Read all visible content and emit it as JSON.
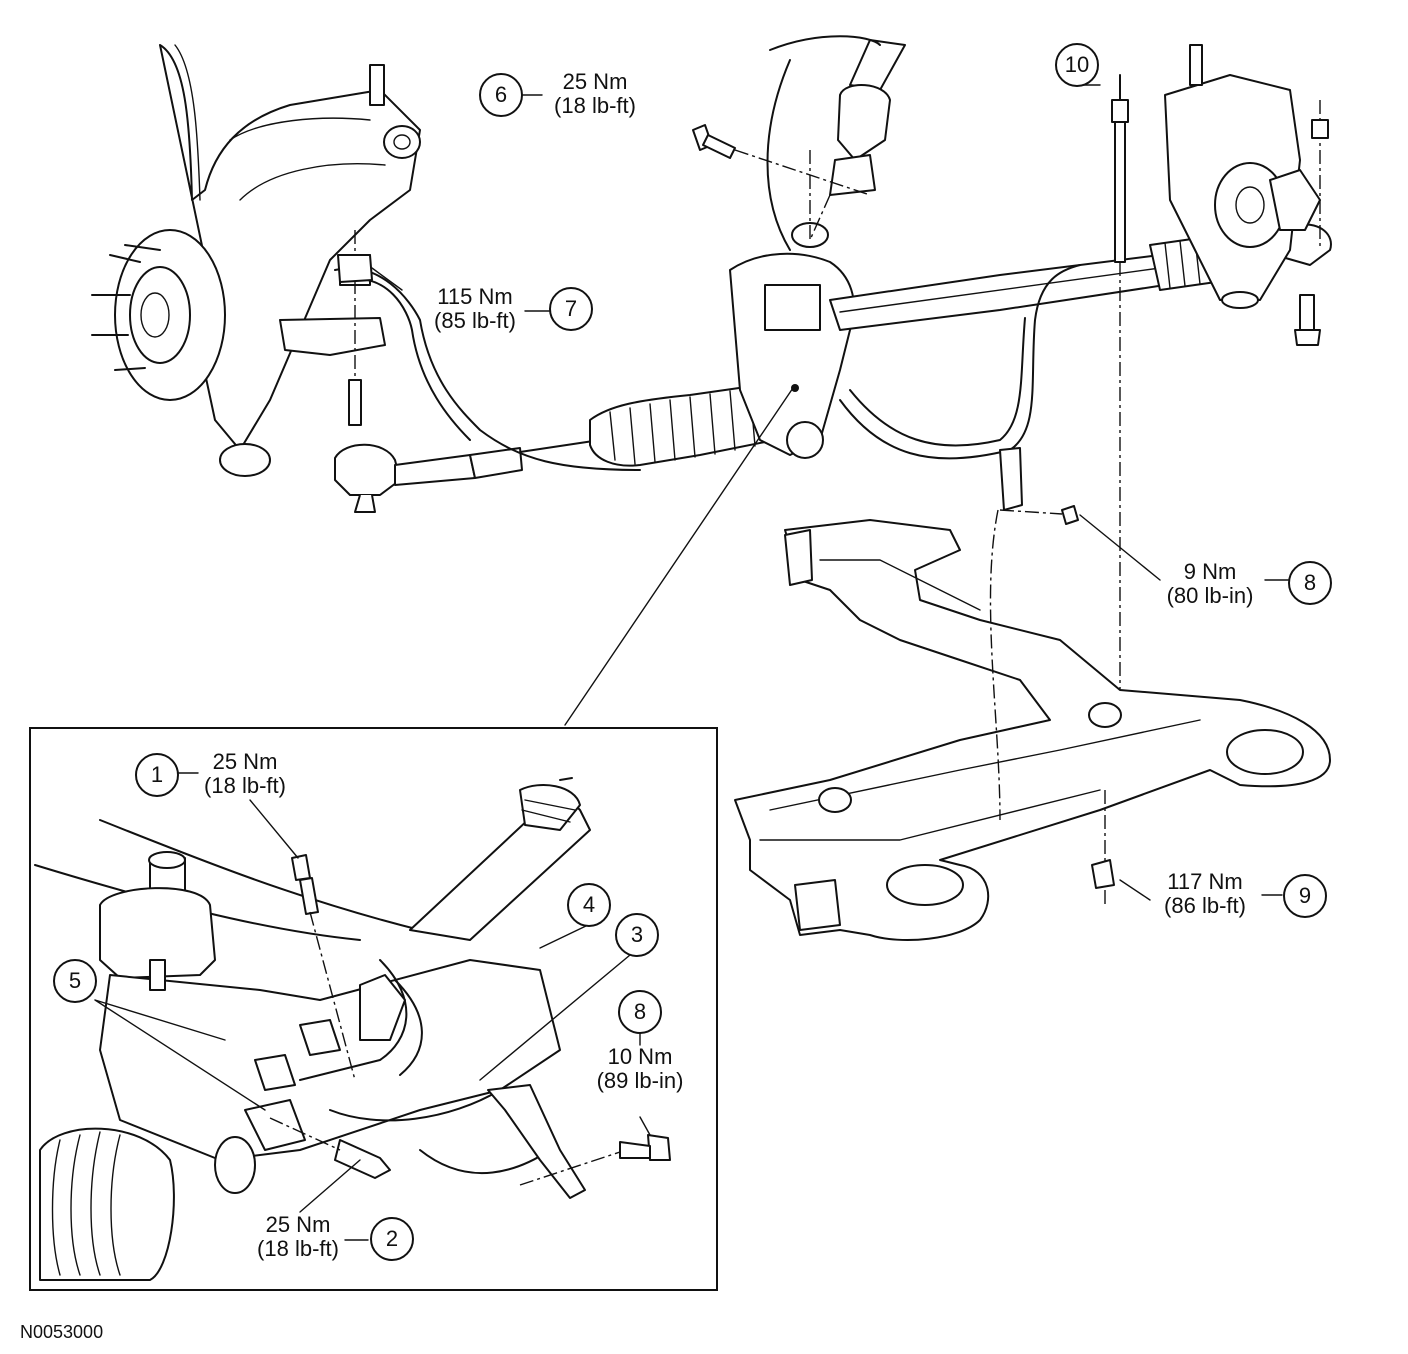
{
  "figure_id": "N0053000",
  "callouts": {
    "c1": "1",
    "c2": "2",
    "c3": "3",
    "c4": "4",
    "c5": "5",
    "c6": "6",
    "c7": "7",
    "c8_main": "8",
    "c8_inset": "8",
    "c9": "9",
    "c10": "10"
  },
  "torques": {
    "t1": {
      "nm": "25 Nm",
      "imperial": "(18 lb-ft)"
    },
    "t2": {
      "nm": "25 Nm",
      "imperial": "(18 lb-ft)"
    },
    "t6": {
      "nm": "25 Nm",
      "imperial": "(18 lb-ft)"
    },
    "t7": {
      "nm": "115 Nm",
      "imperial": "(85 lb-ft)"
    },
    "t8_main": {
      "nm": "9 Nm",
      "imperial": "(80 lb-in)"
    },
    "t8_inset": {
      "nm": "10 Nm",
      "imperial": "(89 lb-in)"
    },
    "t9": {
      "nm": "117 Nm",
      "imperial": "(86 lb-ft)"
    }
  }
}
